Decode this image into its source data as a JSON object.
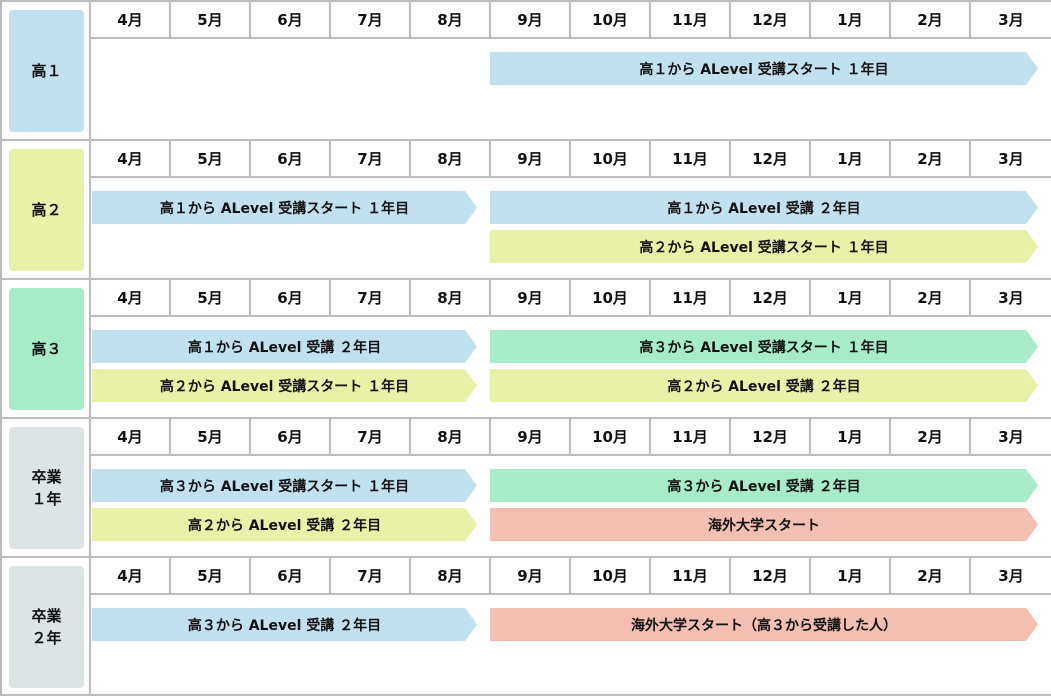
{
  "colors": {
    "blue": "#c2e1ee",
    "yellow": "#e9f0a8",
    "green": "#a7ebc9",
    "pink": "#f2bfb2",
    "gray": "#dde4e6"
  },
  "months": [
    "4月",
    "5月",
    "6月",
    "7月",
    "8月",
    "9月",
    "10月",
    "11月",
    "12月",
    "1月",
    "2月",
    "3月"
  ],
  "sections": [
    {
      "label": "高１",
      "color": "blue",
      "bars": [
        {
          "text": "高１から ALevel 受講スタート １年目",
          "side": "r",
          "row": 0,
          "color": "blue"
        }
      ]
    },
    {
      "label": "高２",
      "color": "yellow",
      "bars": [
        {
          "text": "高１から ALevel 受講スタート １年目",
          "side": "l",
          "row": 0,
          "color": "blue"
        },
        {
          "text": "高１から ALevel 受講 ２年目",
          "side": "r",
          "row": 0,
          "color": "blue"
        },
        {
          "text": "高２から ALevel 受講スタート １年目",
          "side": "r",
          "row": 1,
          "color": "yellow"
        }
      ]
    },
    {
      "label": "高３",
      "color": "green",
      "bars": [
        {
          "text": "高１から ALevel 受講 ２年目",
          "side": "l",
          "row": 0,
          "color": "blue"
        },
        {
          "text": "高３から ALevel 受講スタート １年目",
          "side": "r",
          "row": 0,
          "color": "green"
        },
        {
          "text": "高２から ALevel 受講スタート １年目",
          "side": "l",
          "row": 1,
          "color": "yellow"
        },
        {
          "text": "高２から ALevel 受講 ２年目",
          "side": "r",
          "row": 1,
          "color": "yellow"
        }
      ]
    },
    {
      "label": "卒業\n１年",
      "color": "gray",
      "bars": [
        {
          "text": "高３から ALevel 受講スタート １年目",
          "side": "l",
          "row": 0,
          "color": "blue"
        },
        {
          "text": "高３から ALevel 受講 ２年目",
          "side": "r",
          "row": 0,
          "color": "green"
        },
        {
          "text": "高２から ALevel 受講 ２年目",
          "side": "l",
          "row": 1,
          "color": "yellow"
        },
        {
          "text": "海外大学スタート",
          "side": "r",
          "row": 1,
          "color": "pink"
        }
      ]
    },
    {
      "label": "卒業\n２年",
      "color": "gray",
      "bars": [
        {
          "text": "高３から ALevel 受講 ２年目",
          "side": "l",
          "row": 0,
          "color": "blue"
        },
        {
          "text": "海外大学スタート（高３から受講した人）",
          "side": "r",
          "row": 0,
          "color": "pink"
        }
      ]
    }
  ]
}
